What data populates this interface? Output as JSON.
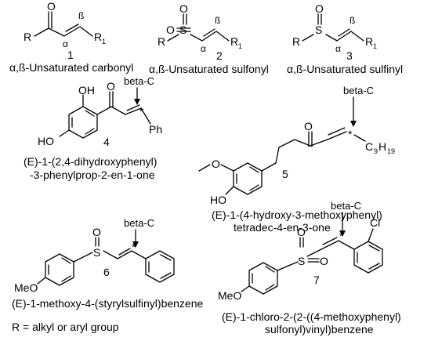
{
  "general": {
    "carbonyl": {
      "number": "1",
      "caption": "α,ß-Unsaturated carbonyl"
    },
    "sulfonyl": {
      "number": "2",
      "caption": "α,ß-Unsaturated sulfonyl"
    },
    "sulfinyl": {
      "number": "3",
      "caption": "α,ß-Unsaturated sulfinyl"
    }
  },
  "labels": {
    "alpha": "α",
    "beta": "ß",
    "r": "R",
    "r1": "R",
    "r1_sub": "1",
    "o": "O",
    "s": "S",
    "oh": "OH",
    "ho": "HO",
    "meo": "MeO",
    "cl": "Cl",
    "ph": "Ph",
    "star": "*",
    "beta_c": "beta-C",
    "c9h19_c": "C",
    "c9h19_9": "9",
    "c9h19_h": "H",
    "c9h19_19": "19"
  },
  "compounds": {
    "c4": {
      "number": "4",
      "name_line1": "(E)-1-(2,4-dihydroxyphenyl)",
      "name_line2": "-3-phenylprop-2-en-1-one"
    },
    "c5": {
      "number": "5",
      "name_line1": "(E)-1-(4-hydroxy-3-methoxyphenyl)",
      "name_line2": "tetradec-4-en-3-one"
    },
    "c6": {
      "number": "6",
      "name_line1": "(E)-1-methoxy-4-(styrylsulfinyl)benzene"
    },
    "c7": {
      "number": "7",
      "name_line1": "(E)-1-chloro-2-(2-((4-methoxyphenyl)",
      "name_line2": "sulfonyl)vinyl)benzene"
    }
  },
  "footnote": "R = alkyl or aryl group"
}
